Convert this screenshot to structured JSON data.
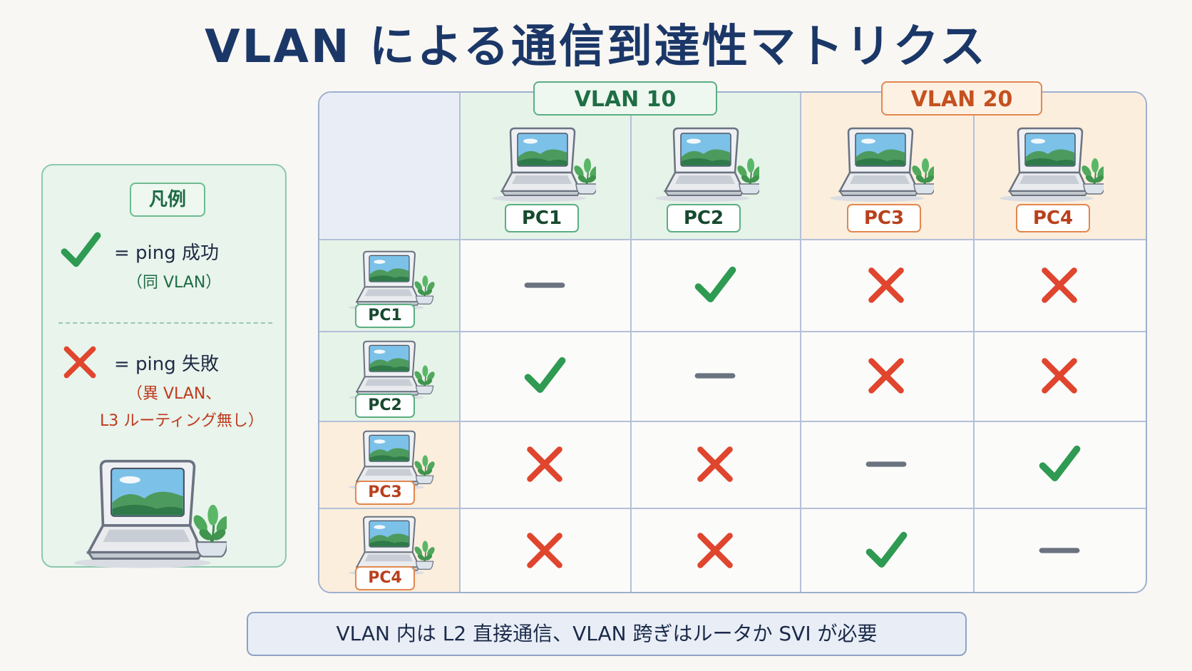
{
  "title": "VLAN による通信到達性マトリクス",
  "legend": {
    "title": "凡例",
    "success_text": "= ping 成功",
    "success_sub": "（同 VLAN）",
    "fail_text": "= ping 失敗",
    "fail_sub1": "（異 VLAN、",
    "fail_sub2": "L3 ルーティング無し）"
  },
  "vlans": [
    {
      "label": "VLAN 10",
      "color": "#2f8a57"
    },
    {
      "label": "VLAN 20",
      "color": "#c4511f"
    }
  ],
  "columns": [
    "PC1",
    "PC2",
    "PC3",
    "PC4"
  ],
  "rows": [
    {
      "label": "PC1",
      "cells": [
        "self",
        "ok",
        "ng",
        "ng"
      ]
    },
    {
      "label": "PC2",
      "cells": [
        "ok",
        "self",
        "ng",
        "ng"
      ]
    },
    {
      "label": "PC3",
      "cells": [
        "ng",
        "ng",
        "self",
        "ok"
      ]
    },
    {
      "label": "PC4",
      "cells": [
        "ng",
        "ng",
        "ok",
        "self"
      ]
    }
  ],
  "footer": "VLAN 内は L2 直接通信、VLAN 跨ぎはルータか SVI が必要",
  "colors": {
    "check": "#2e9a52",
    "cross": "#e0452e",
    "dash": "#6b7280",
    "vlan10_bg": "#e6f3e8",
    "vlan20_bg": "#fbeedd"
  }
}
